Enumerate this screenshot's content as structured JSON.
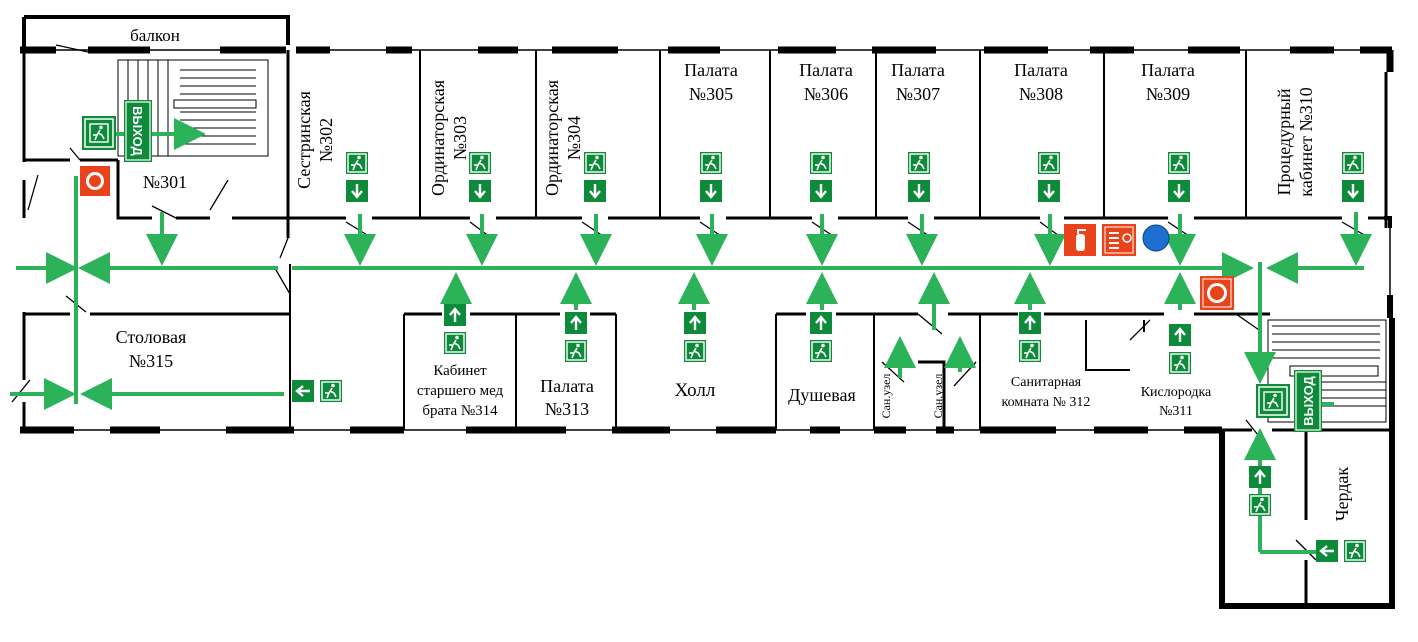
{
  "labels": {
    "balcony": "балкон",
    "room_301": "№301",
    "room_302_a": "Сестринская",
    "room_302_b": "№302",
    "room_303_a": "Ординаторская",
    "room_303_b": "№303",
    "room_304_a": "Ординаторская",
    "room_304_b": "№304",
    "ward_305_a": "Палата",
    "ward_305_b": "№305",
    "ward_306_a": "Палата",
    "ward_306_b": "№306",
    "ward_307_a": "Палата",
    "ward_307_b": "№307",
    "ward_308_a": "Палата",
    "ward_308_b": "№308",
    "ward_309_a": "Палата",
    "ward_309_b": "№309",
    "room_310_a": "Процедурный",
    "room_310_b": "кабинет №310",
    "room_315_a": "Столовая",
    "room_315_b": "№315",
    "room_314_a": "Кабинет",
    "room_314_b": "старшего мед",
    "room_314_c": "брата №314",
    "ward_313_a": "Палата",
    "ward_313_b": "№313",
    "hall": "Холл",
    "shower": "Душевая",
    "wc_1": "Сан.узел",
    "wc_2": "Сан.узел",
    "room_312_a": "Санитарная",
    "room_312_b": "комната № 312",
    "room_311_a": "Кислородка",
    "room_311_b": "№311",
    "attic": "Чердак",
    "exit_1": "ВЫХОД",
    "exit_2": "ВЫХОД"
  },
  "colors": {
    "evac_green": "#2cb35a",
    "sign_green": "#0d8a3a",
    "fire_red": "#e8431a",
    "hydrant_blue": "#1f6fd1",
    "wall": "#000000"
  },
  "icons": [
    "exit-running-man-icon",
    "arrow-down-icon",
    "arrow-up-icon",
    "arrow-left-icon",
    "fire-alarm-button-icon",
    "fire-extinguisher-icon",
    "fire-hose-cabinet-icon",
    "hydrant-icon"
  ]
}
